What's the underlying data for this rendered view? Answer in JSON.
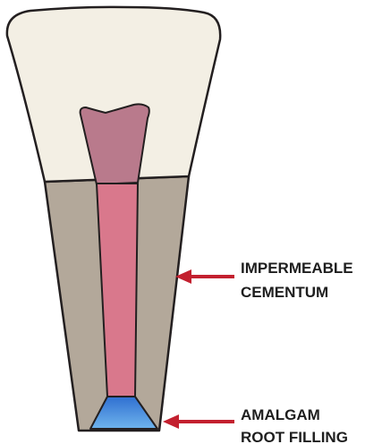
{
  "diagram": {
    "labels": {
      "cementum": {
        "line1": "IMPERMEABLE",
        "line2": "CEMENTUM"
      },
      "filling": {
        "line1": "AMALGAM",
        "line2": "ROOT FILLING"
      }
    },
    "colors": {
      "outline": "#231f20",
      "crown": "#f3efe4",
      "root": "#b3a89a",
      "pulp_crown": "#b97a8c",
      "canal": "#d9788c",
      "amalgam_top": "#2f6fd1",
      "amalgam_bottom": "#6fb4ec",
      "arrow": "#c3202f"
    },
    "icons": {
      "cementum_arrow": "left-arrow-icon",
      "filling_arrow": "left-arrow-icon"
    }
  }
}
